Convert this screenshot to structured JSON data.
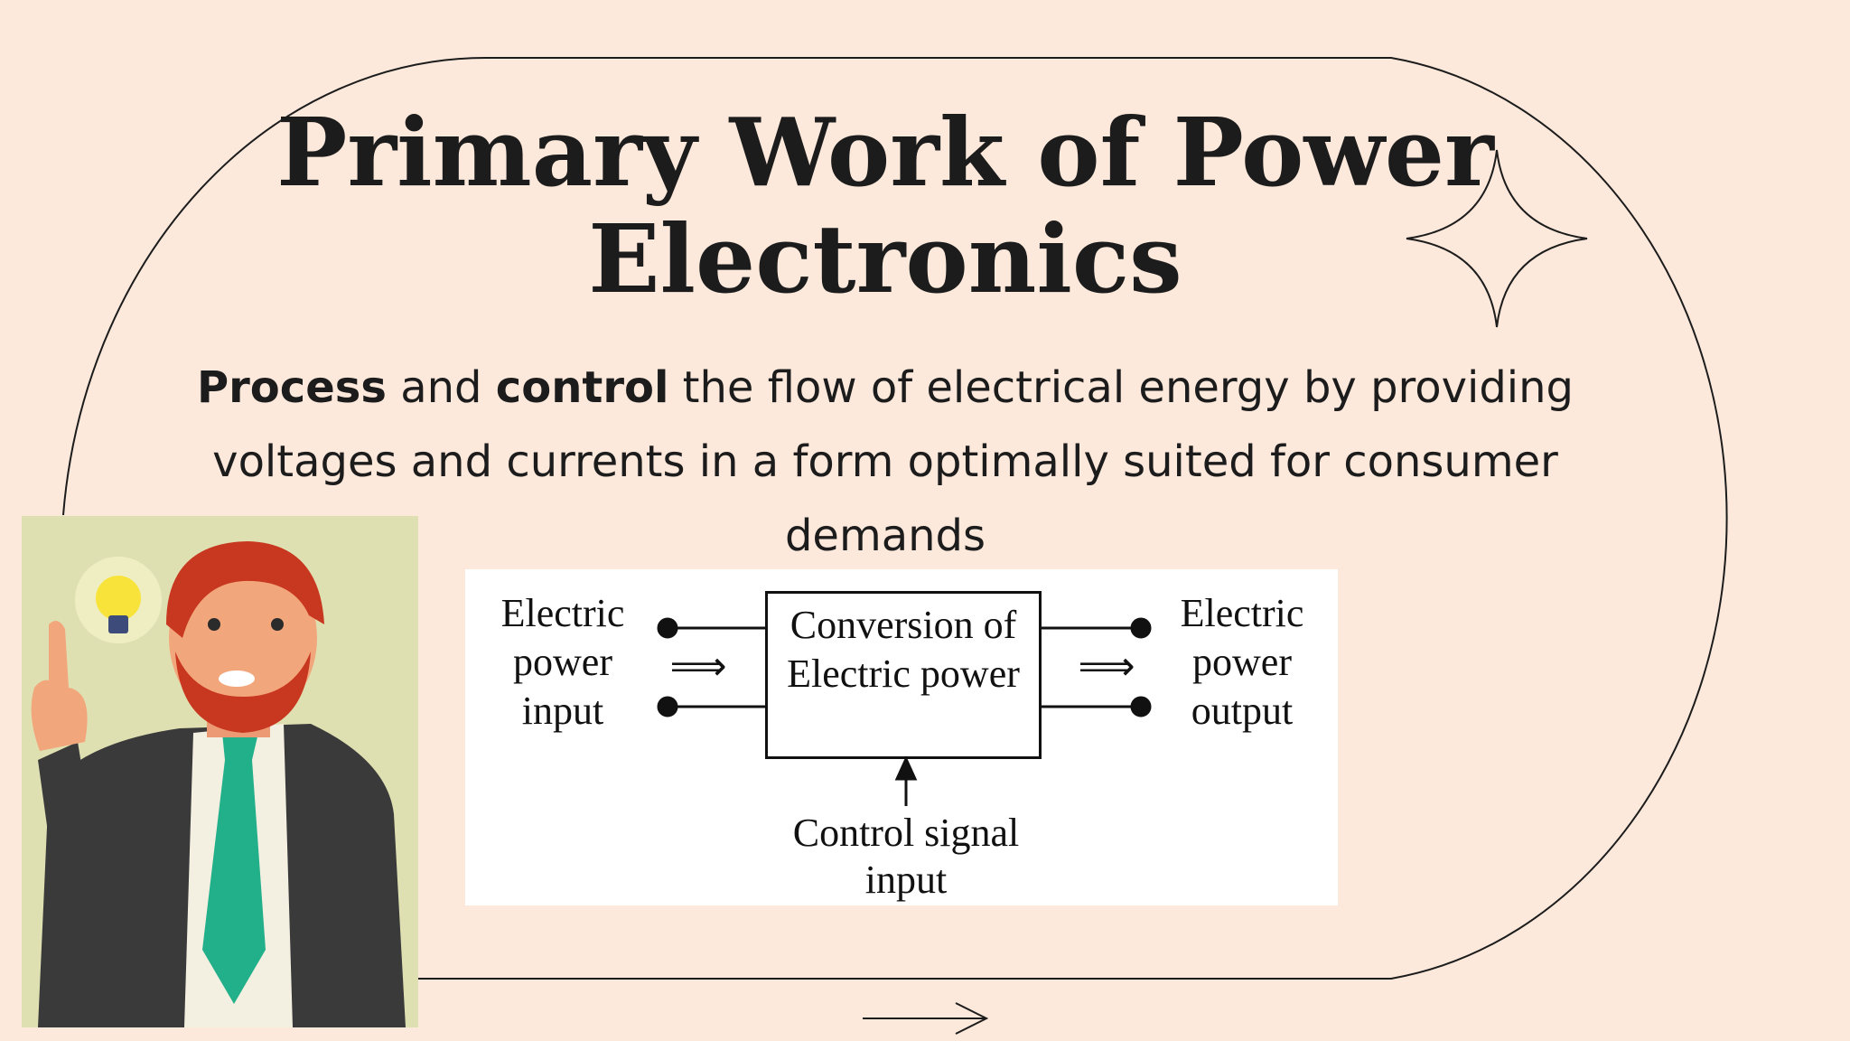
{
  "slide": {
    "title": "Primary Work of Power Electronics",
    "subtitle": {
      "bold1": "Process",
      "text1": " and ",
      "bold2": "control",
      "text2": " the flow of electrical energy by providing voltages and currents in a form optimally suited for consumer demands"
    }
  },
  "diagram": {
    "input_label": "Electric power input",
    "box_label": "Conversion of Electric power",
    "output_label": "Electric power output",
    "control_label": "Control signal input",
    "arrow_glyph": "⟹"
  },
  "illustration": {
    "name": "thinking-man-with-lightbulb"
  },
  "colors": {
    "background": "#fce9dc",
    "text": "#1c1c1c",
    "illustration_bg": "#dfe0b2",
    "tie": "#22b08a",
    "hair": "#c8371f",
    "suit": "#3a3a3a"
  }
}
